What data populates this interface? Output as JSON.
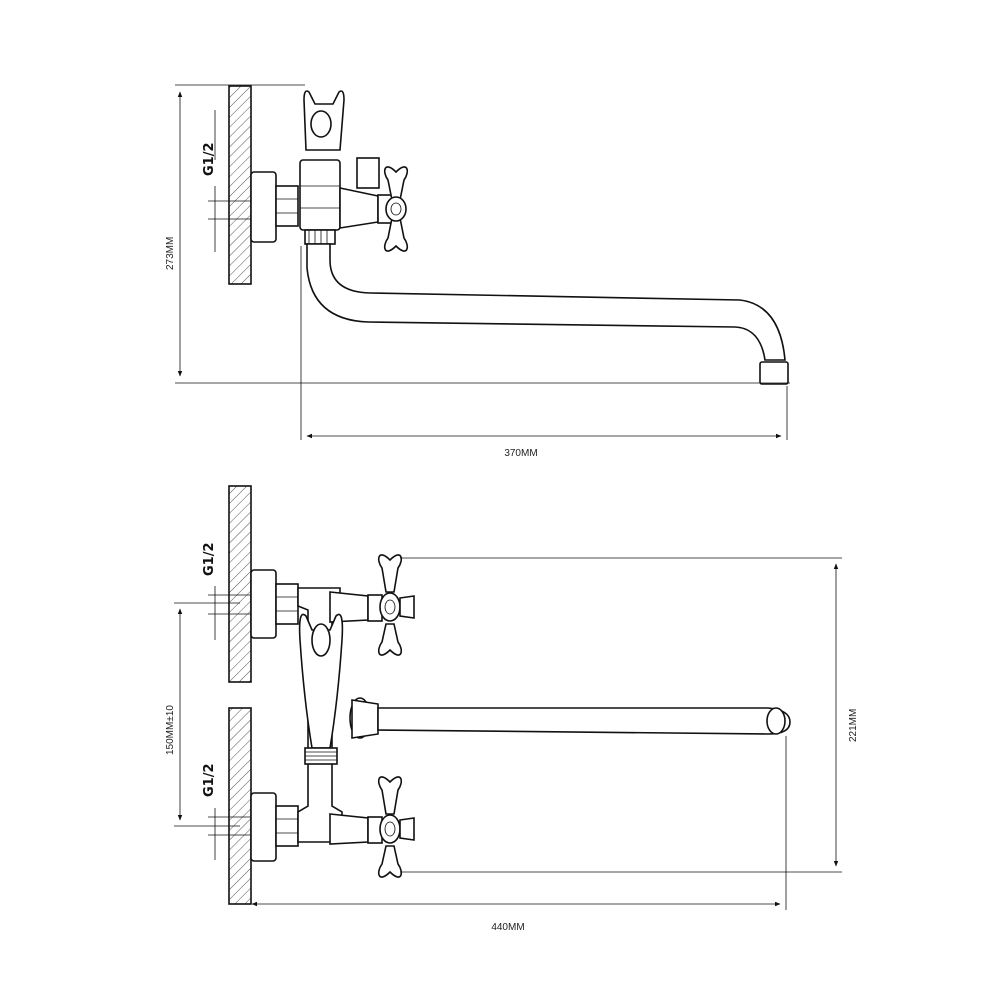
{
  "side_view": {
    "thread_label": "G1/2",
    "height_dimension": "273MM",
    "spout_length_dimension": "370MM"
  },
  "front_view": {
    "thread_label_upper": "G1/2",
    "thread_label_lower": "G1/2",
    "center_distance_dimension": "150MM±10",
    "total_height_dimension": "221MM",
    "total_width_dimension": "440MM"
  }
}
